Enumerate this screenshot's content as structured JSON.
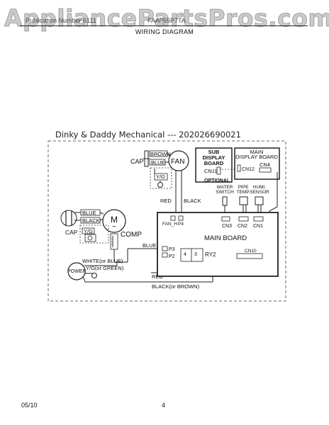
{
  "watermark": "AppliancePartsPros.com",
  "header": {
    "left": "Publication Number 6111",
    "right": "FAA055P7TA",
    "subtitle": "WIRING DIAGRAM"
  },
  "credit": "Dinky & Daddy Mechanical --- 202026690021",
  "diagram": {
    "fan_cap": "CAP",
    "fan_brown": "BROWN",
    "fan_blue": "BLUE",
    "fan": "FAN",
    "fan_yg": "Y/G",
    "red_wire": "RED",
    "black_wire": "BLACK",
    "sub_display_line1": "SUB",
    "sub_display_line2": "DISPLAY",
    "sub_display_line3": "BOARD",
    "cn11": "CN11",
    "optional": "OPTIONAL",
    "main_display_line1": "MAIN",
    "main_display_line2": "DISPLAY BOARD",
    "cn4": "CN4",
    "cn12": "CN12",
    "water_switch_1": "WATER",
    "water_switch_2": "SWITCH",
    "pipe_temp_1": "PIPE",
    "pipe_temp_2": "TEMP.",
    "humi_sensor_1": "HUMI.",
    "humi_sensor_2": "SENSOR",
    "comp_blue": "BLUE",
    "comp_black": "BLACK",
    "comp_m": "M",
    "comp_tilde": "~",
    "comp_cap": "CAP",
    "comp_yg": "Y/G",
    "comp": "COMP",
    "fan_h": "FAN_H",
    "p4": "P4",
    "main_board": "MAIN BOARD",
    "cn3": "CN3",
    "cn2": "CN2",
    "cn1": "CN1",
    "blue_p3": "BLUE",
    "p3": "P3",
    "p2": "P2",
    "ry_4": "4",
    "ry_3": "3",
    "ry2": "RY2",
    "cn10": "CN10",
    "white_blue": "WHITE(or BLUE)",
    "yg_green": "Y/G(or GREEN)",
    "power": "POWER",
    "red_power": "RED",
    "black_brown": "BLACK(or BROWN)"
  },
  "footer": {
    "date": "05/10",
    "page": "4"
  }
}
